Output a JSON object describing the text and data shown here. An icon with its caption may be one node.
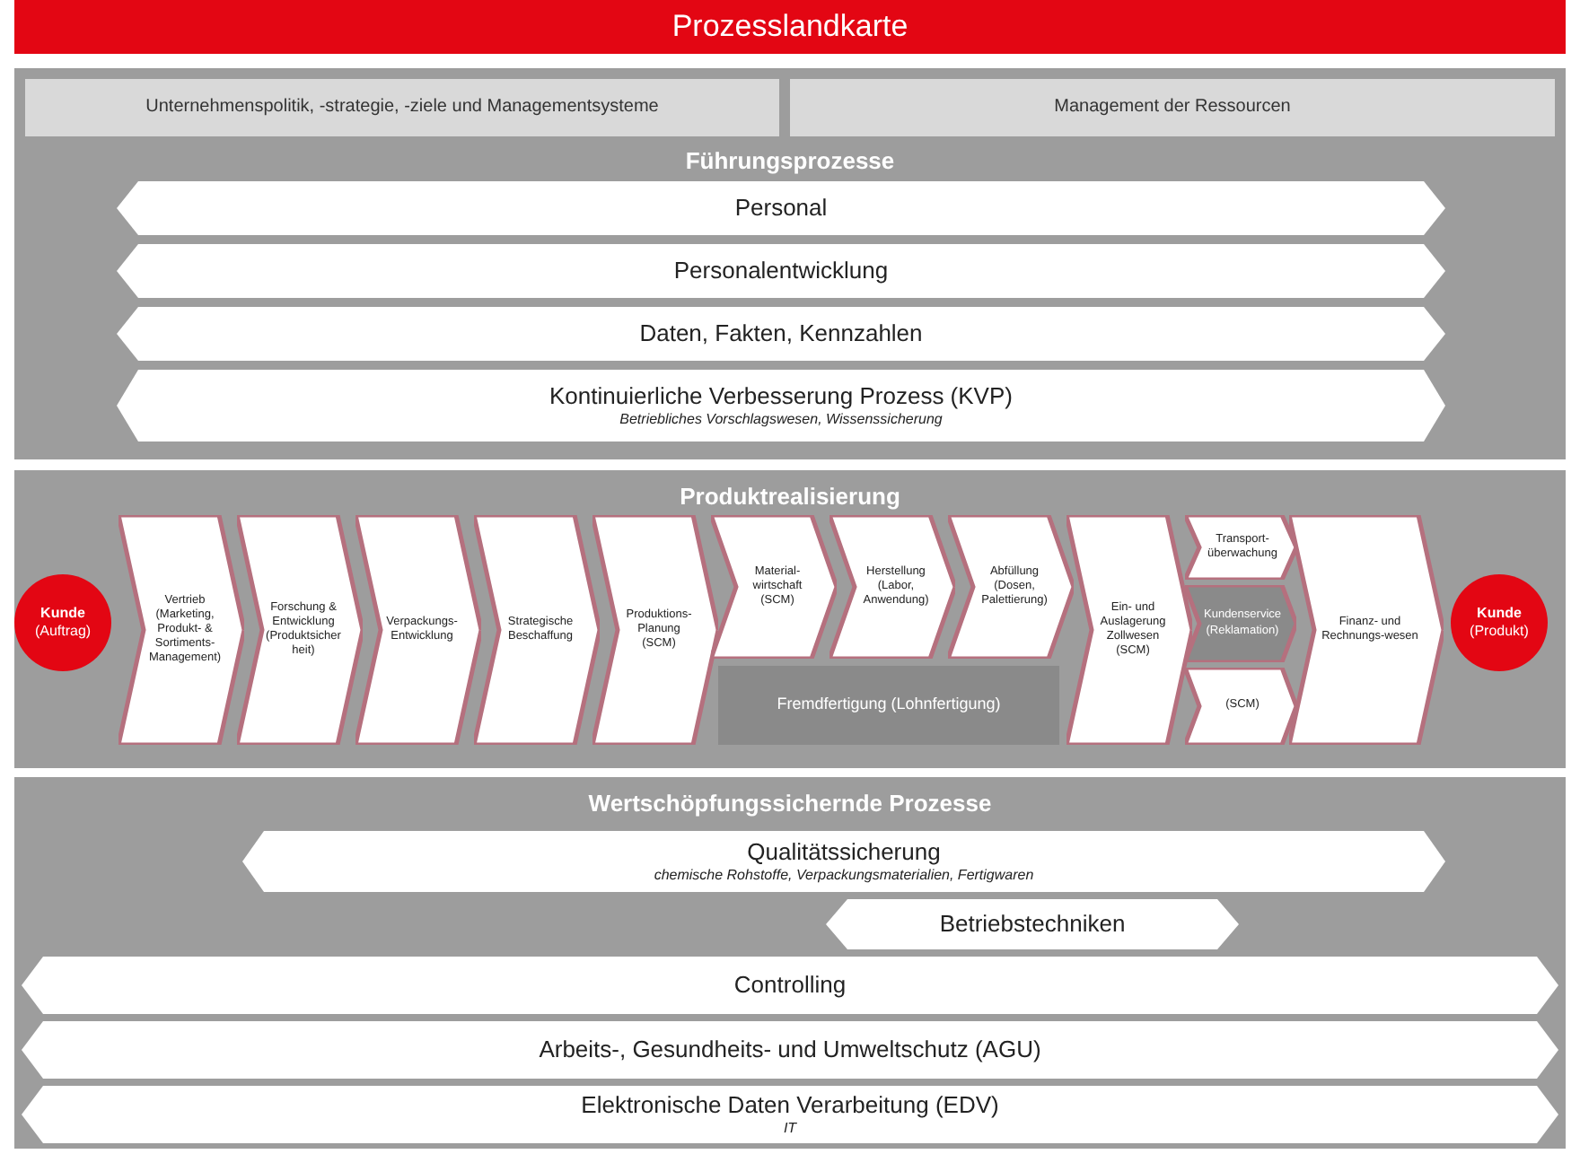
{
  "diagram": {
    "title": "Prozesslandkarte",
    "nodes": [
      {
        "text": [
          "Führungsprozesse"
        ]
      },
      {
        "text": [
          "Unternehmenspolitik, -strategie, -ziele und Managementsysteme"
        ],
        "in": 0
      },
      {
        "text": [
          "Management der Ressourcen"
        ],
        "in": 0
      },
      {
        "text": [
          "Personal"
        ],
        "in": 0
      },
      {
        "text": [
          "Personalentwicklung"
        ],
        "in": 0
      },
      {
        "text": [
          "Daten, Fakten, Kennzahlen"
        ],
        "in": 0
      },
      {
        "text": [
          "Kontinuierliche Verbesserung Prozess (KVP)",
          "Betriebliches Vorschlagswesen, Wissenssicherung"
        ],
        "in": 0
      },
      {
        "text": [
          "Produktrealisierung"
        ]
      },
      {
        "text": [
          "Kunde",
          "(Auftrag)"
        ],
        "in": 7
      },
      {
        "text": [
          "Vertrieb (Marketing, Produkt- & Sortiments-Management)"
        ],
        "in": 7
      },
      {
        "text": [
          "Forschung & Entwicklung (Produktsicherheit)"
        ],
        "in": 7
      },
      {
        "text": [
          "Verpackungs-Entwicklung"
        ],
        "in": 7
      },
      {
        "text": [
          "Strategische Beschaffung"
        ],
        "in": 7
      },
      {
        "text": [
          "Produktions-Planung (SCM)"
        ],
        "in": 7
      },
      {
        "text": [
          "Material-wirtschaft (SCM)"
        ],
        "in": 7
      },
      {
        "text": [
          "Herstellung (Labor, Anwendung)"
        ],
        "in": 7
      },
      {
        "text": [
          "Abfüllung (Dosen, Palettierung)"
        ],
        "in": 7
      },
      {
        "text": [
          "Fremdfertigung (Lohnfertigung)"
        ],
        "in": 7
      },
      {
        "text": [
          "Ein- und Auslagerung Zollwesen (SCM)"
        ],
        "in": 7
      },
      {
        "text": [
          "Transport-überwachung"
        ],
        "in": 7
      },
      {
        "text": [
          "Kundenservice (Reklamation)"
        ],
        "in": 7
      },
      {
        "text": [
          "(SCM)"
        ],
        "in": 7
      },
      {
        "text": [
          "Finanz- und Rechnungs-wesen"
        ],
        "in": 7
      },
      {
        "text": [
          "Kunde",
          "(Produkt)"
        ],
        "in": 7
      },
      {
        "text": [
          "Wertschöpfungssichernde Prozesse"
        ]
      },
      {
        "text": [
          "Qualitätssicherung",
          "chemische Rohstoffe, Verpackungsmaterialien, Fertigwaren"
        ],
        "in": 24
      },
      {
        "text": [
          "Betriebstechniken"
        ],
        "in": 24
      },
      {
        "text": [
          "Controlling"
        ],
        "in": 24
      },
      {
        "text": [
          "Arbeits-, Gesundheits- und Umweltschutz (AGU)"
        ],
        "in": 24
      },
      {
        "text": [
          "Elektronische Daten Verarbeitung (EDV)",
          "IT"
        ],
        "in": 24
      }
    ]
  }
}
